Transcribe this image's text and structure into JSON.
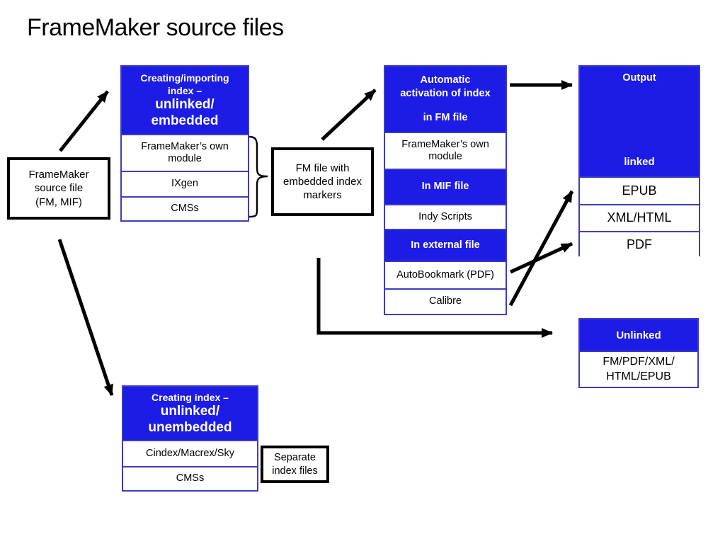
{
  "title": "FrameMaker source files",
  "colors": {
    "blue": "#1c1ce6",
    "border_blue": "#3c3cc0",
    "arrow": "#000000"
  },
  "boxes": {
    "source": {
      "label": "FrameMaker\nsource file\n(FM, MIF)"
    },
    "creating_importing": {
      "header_small": "Creating/importing\nindex –",
      "header_large": "unlinked/\nembedded",
      "items": [
        "FrameMaker’s own\nmodule",
        "IXgen",
        "CMSs"
      ]
    },
    "fm_file": {
      "label": "FM file with\nembedded index\nmarkers"
    },
    "activation": {
      "header": "Automatic\nactivation of index",
      "header_category": "in FM file",
      "rows": [
        {
          "label": "FrameMaker’s own\nmodule",
          "kind": "tool"
        },
        {
          "label": "In MIF file",
          "kind": "category"
        },
        {
          "label": "Indy Scripts",
          "kind": "tool"
        },
        {
          "label": "In external file",
          "kind": "category"
        },
        {
          "label": "AutoBookmark (PDF)",
          "kind": "tool"
        },
        {
          "label": "Calibre",
          "kind": "tool"
        }
      ]
    },
    "output": {
      "header_top": "Output",
      "header_bottom": "linked",
      "items": [
        "EPUB",
        "XML/HTML",
        "PDF"
      ]
    },
    "unlinked": {
      "header": "Unlinked",
      "body": "FM/PDF/XML/\nHTML/EPUB"
    },
    "creating_index": {
      "header_small": "Creating index –",
      "header_large": "unlinked/\nunembedded",
      "items": [
        "Cindex/Macrex/Sky",
        "CMSs"
      ]
    },
    "separate_files": {
      "label": "Separate\nindex files"
    }
  },
  "connections": [
    {
      "from": "FrameMaker source file",
      "to": "Creating/importing index – unlinked/embedded"
    },
    {
      "from": "FrameMaker source file",
      "to": "Creating index – unlinked/unembedded"
    },
    {
      "from": "Creating/importing tools (brace)",
      "to": "FM file with embedded index markers"
    },
    {
      "from": "FM file with embedded index markers",
      "to": "Automatic activation of index"
    },
    {
      "from": "Automatic activation of index",
      "to": "Output linked"
    },
    {
      "from": "AutoBookmark (PDF)",
      "to": "PDF"
    },
    {
      "from": "Calibre",
      "to": "EPUB"
    },
    {
      "from": "FM file with embedded index markers",
      "to": "Unlinked"
    }
  ]
}
